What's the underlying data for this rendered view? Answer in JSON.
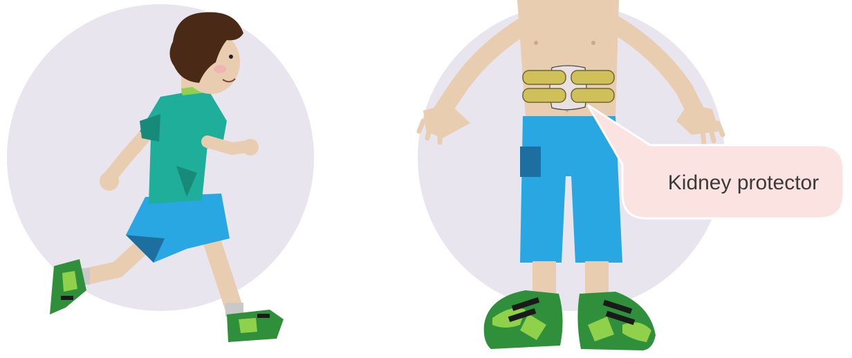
{
  "callout": {
    "label": "Kidney protector"
  },
  "colors": {
    "background_circle": "#e9e5ee",
    "skin": "#e8cdb0",
    "hair": "#4a2a16",
    "shirt": "#1fae99",
    "shirt_dark": "#178a79",
    "shorts": "#29a7e2",
    "shorts_dark": "#1d6fa0",
    "shoe": "#2f8f3a",
    "shoe_light": "#8fd14a",
    "sock": "#c9c9c9",
    "protector_pad": "#cfc05a",
    "protector_shield": "#e8e0e3",
    "callout_fill": "#fbe3e1"
  },
  "icons": {
    "left_figure": "running-child-illustration",
    "right_figure": "child-with-kidney-protector-illustration"
  }
}
